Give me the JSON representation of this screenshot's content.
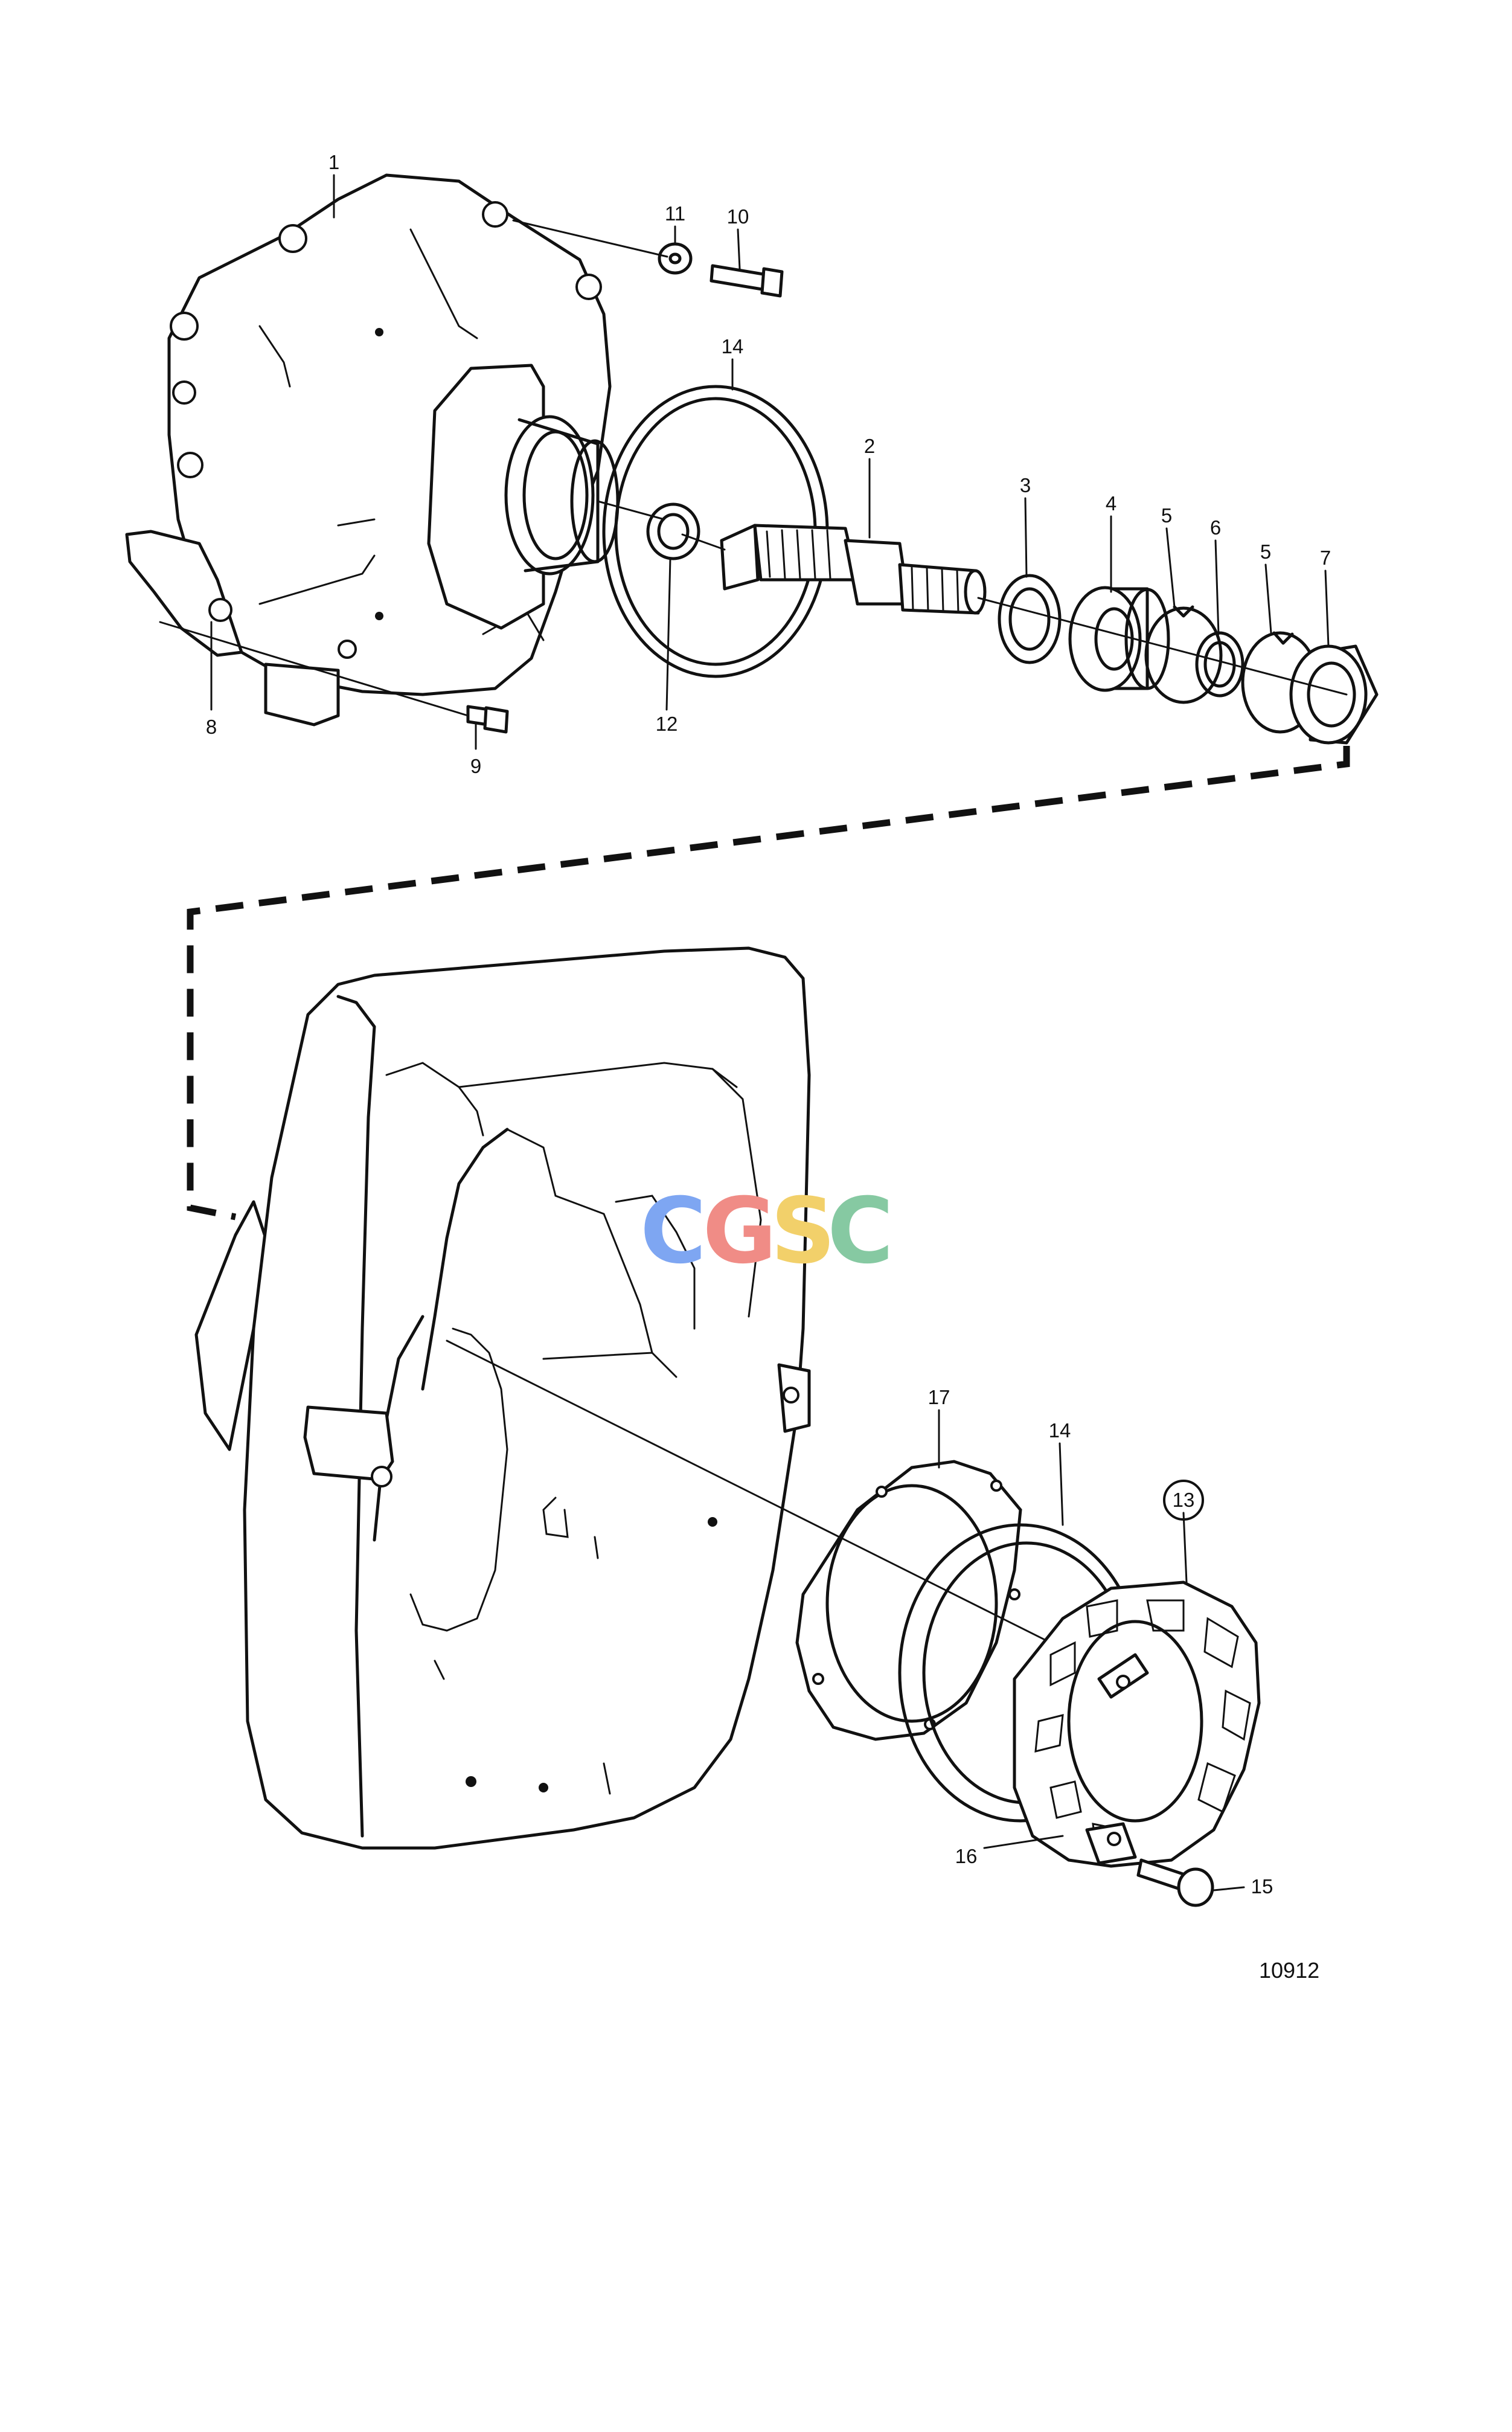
{
  "figure_number": "10912",
  "watermark": {
    "letters": [
      "C",
      "G",
      "S",
      "C"
    ],
    "colors": [
      "#7ea6f2",
      "#f08c86",
      "#f2d06a",
      "#86c9a2"
    ]
  },
  "callouts": [
    {
      "label": "1"
    },
    {
      "label": "2"
    },
    {
      "label": "3"
    },
    {
      "label": "4"
    },
    {
      "label": "5"
    },
    {
      "label": "6"
    },
    {
      "label": "5"
    },
    {
      "label": "7"
    },
    {
      "label": "8"
    },
    {
      "label": "9"
    },
    {
      "label": "10"
    },
    {
      "label": "11"
    },
    {
      "label": "12"
    },
    {
      "label": "14"
    },
    {
      "label": "17"
    },
    {
      "label": "14"
    },
    {
      "label": "13",
      "circled": true
    },
    {
      "label": "16"
    },
    {
      "label": "15"
    }
  ]
}
